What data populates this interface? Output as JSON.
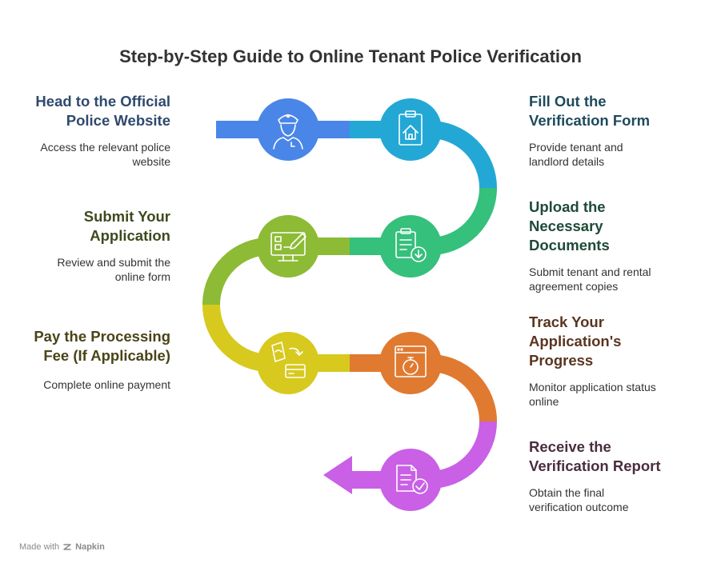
{
  "title": "Step-by-Step Guide to Online Tenant Police Verification",
  "steps": [
    {
      "title": "Head to the Official\nPolice Website",
      "desc": "Access the relevant police\nwebsite",
      "color": "#4a86e8",
      "icon": "police-officer-icon"
    },
    {
      "title": "Fill Out the\nVerification Form",
      "desc": "Provide tenant and\nlandlord details",
      "color": "#23a8d6",
      "icon": "clipboard-house-icon"
    },
    {
      "title": "Upload the\nNecessary\nDocuments",
      "desc": "Submit tenant and rental\nagreement copies",
      "color": "#35c07c",
      "icon": "document-download-icon"
    },
    {
      "title": "Submit Your\nApplication",
      "desc": "Review and submit the\nonline form",
      "color": "#8dbb35",
      "icon": "monitor-form-edit-icon"
    },
    {
      "title": "Pay the Processing\nFee (If Applicable)",
      "desc": "Complete online payment",
      "color": "#d7c91e",
      "icon": "payment-card-icon"
    },
    {
      "title": "Track Your\nApplication's\nProgress",
      "desc": "Monitor application status\nonline",
      "color": "#e07a30",
      "icon": "browser-stopwatch-icon"
    },
    {
      "title": "Receive the\nVerification Report",
      "desc": "Obtain the final\nverification outcome",
      "color": "#c960e6",
      "icon": "document-checkmark-icon"
    }
  ],
  "footer": {
    "made_with": "Made with",
    "brand": "Napkin"
  }
}
